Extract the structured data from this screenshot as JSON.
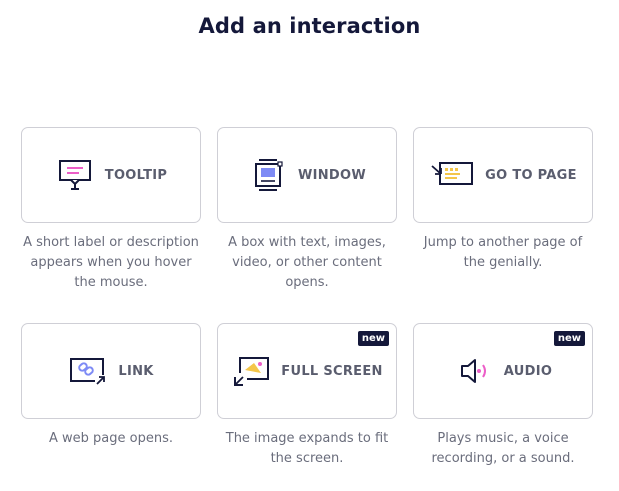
{
  "page": {
    "title": "Add an interaction"
  },
  "colors": {
    "navy": "#14183a",
    "accent_pink": "#ec5ec8",
    "accent_blue": "#7e8bf5",
    "accent_yellow": "#f4c64a",
    "label_gray": "#5a5d6e",
    "text_gray": "#6a6d7c"
  },
  "interactions": [
    {
      "label": "TOOLTIP",
      "icon": "tooltip-icon",
      "description": "A short label or description appears when you hover the mouse.",
      "badge": ""
    },
    {
      "label": "WINDOW",
      "icon": "window-icon",
      "description": "A box with text, images, video, or other content opens.",
      "badge": ""
    },
    {
      "label": "GO TO PAGE",
      "icon": "go-to-page-icon",
      "description": "Jump to another page of the genially.",
      "badge": ""
    },
    {
      "label": "LINK",
      "icon": "link-icon",
      "description": "A web page opens.",
      "badge": ""
    },
    {
      "label": "FULL SCREEN",
      "icon": "full-screen-icon",
      "description": "The image expands to fit the screen.",
      "badge": "new"
    },
    {
      "label": "AUDIO",
      "icon": "audio-icon",
      "description": "Plays music, a voice recording, or a sound.",
      "badge": "new"
    }
  ]
}
